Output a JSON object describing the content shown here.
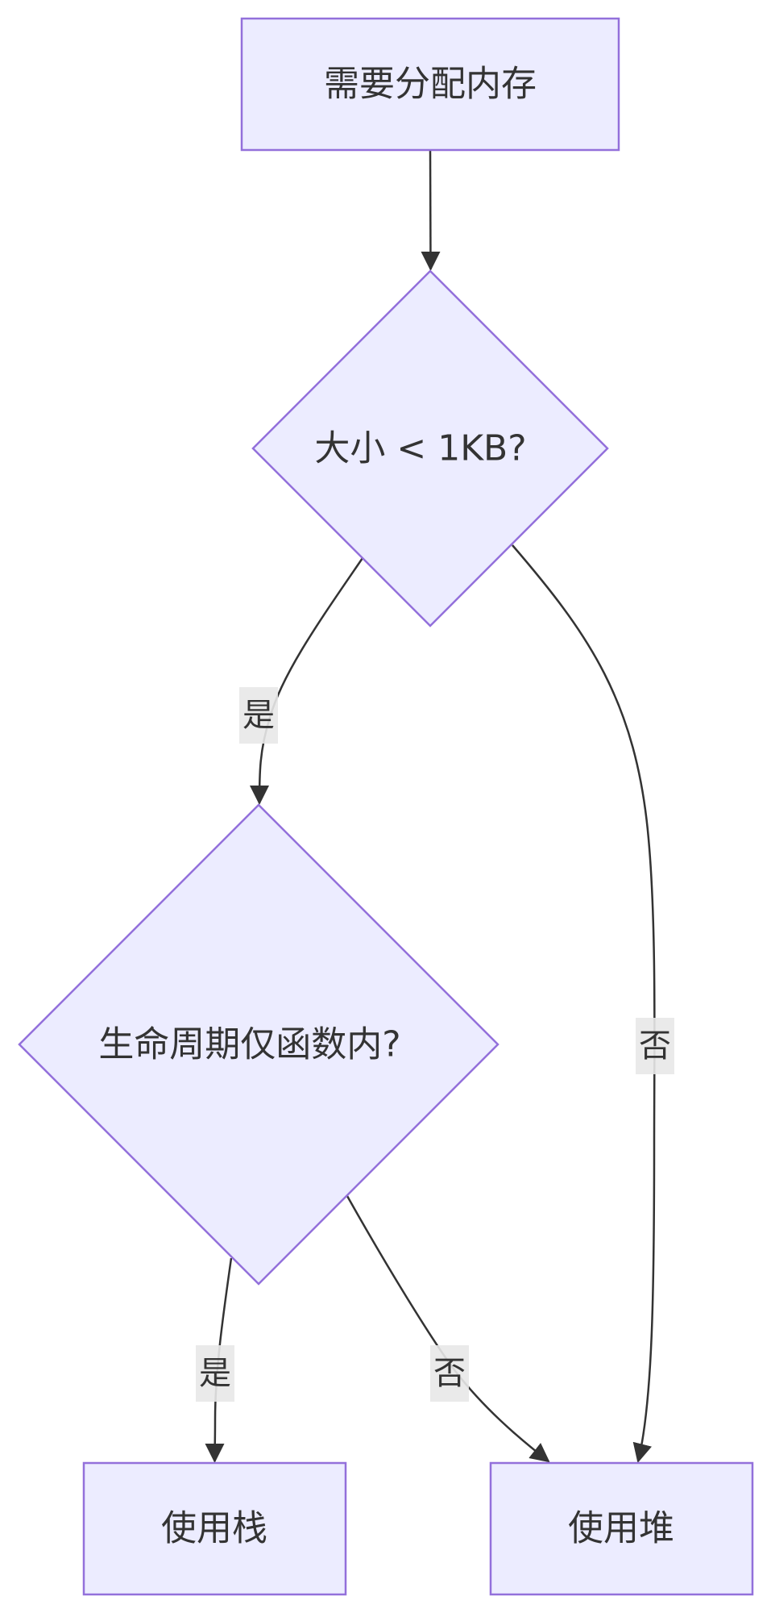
{
  "nodes": {
    "start": {
      "label": "需要分配内存"
    },
    "decision_size": {
      "label": "大小 < 1KB?"
    },
    "decision_lifetime": {
      "label": "生命周期仅函数内?"
    },
    "use_stack": {
      "label": "使用栈"
    },
    "use_heap": {
      "label": "使用堆"
    }
  },
  "edges": {
    "size_yes": {
      "label": "是"
    },
    "size_no": {
      "label": "否"
    },
    "lifetime_yes": {
      "label": "是"
    },
    "lifetime_no": {
      "label": "否"
    }
  }
}
